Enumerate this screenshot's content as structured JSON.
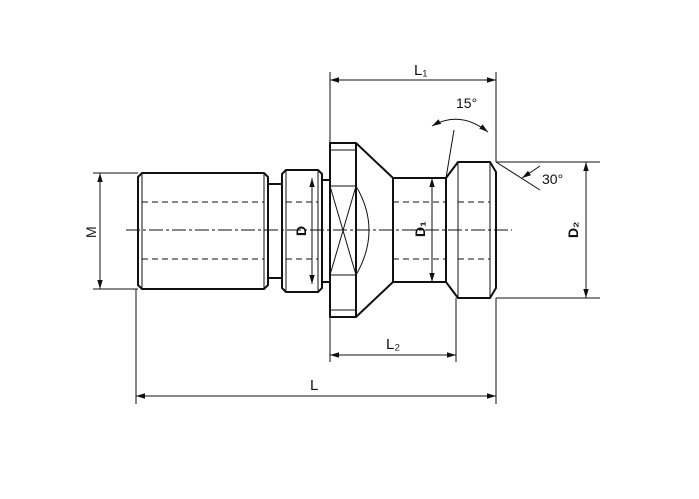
{
  "drawing": {
    "labels": {
      "L1": "L₁",
      "L2": "L₂",
      "L": "L",
      "M": "M",
      "D": "D",
      "D1": "D₁",
      "D2": "D₂",
      "angle_15": "15°",
      "angle_30": "30°"
    }
  }
}
